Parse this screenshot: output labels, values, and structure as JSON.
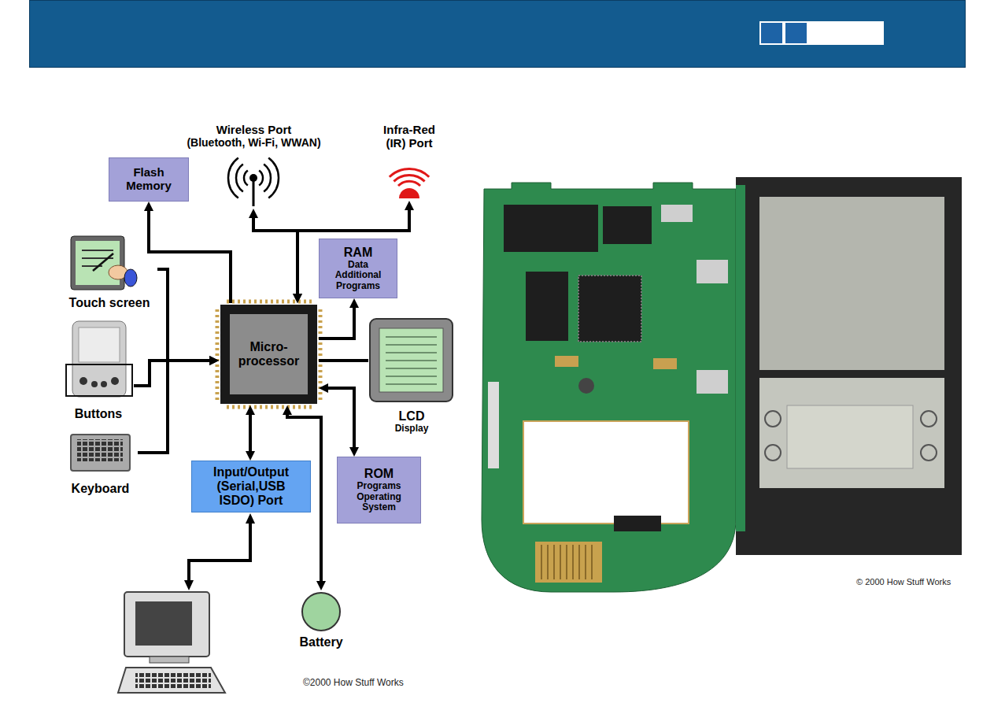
{
  "diagram": {
    "nodes": [
      {
        "text": [
          "Flash Memory"
        ]
      },
      {
        "text": [
          "Wireless Port",
          "(Bluetooth, Wi-Fi, WWAN)"
        ]
      },
      {
        "text": [
          "Infra-Red (IR) Port"
        ]
      },
      {
        "text": [
          "Touch screen"
        ]
      },
      {
        "text": [
          "RAM",
          "Data Additional Programs"
        ]
      },
      {
        "text": [
          "Micro- processor"
        ]
      },
      {
        "text": [
          "Buttons"
        ]
      },
      {
        "text": [
          "LCD",
          "Display"
        ]
      },
      {
        "text": [
          "Keyboard"
        ]
      },
      {
        "text": [
          "Input/Output (Serial,USB ISDO) Port"
        ]
      },
      {
        "text": [
          "ROM",
          "Programs Operating System"
        ]
      },
      {
        "text": [
          "Battery"
        ]
      }
    ],
    "edges": [
      {
        "from": 5,
        "to": 0,
        "arrow": "to"
      },
      {
        "from": 1,
        "to": 5,
        "arrow": "both"
      },
      {
        "from": 2,
        "to": 5,
        "arrow": "both"
      },
      {
        "from": 3,
        "to": 5,
        "arrow": "to"
      },
      {
        "from": 6,
        "to": 5,
        "arrow": "to"
      },
      {
        "from": 5,
        "to": 4,
        "arrow": "to"
      },
      {
        "from": 5,
        "to": 7,
        "arrow": "none"
      },
      {
        "from": 8,
        "to": 5,
        "arrow": "to"
      },
      {
        "from": 9,
        "to": 5,
        "arrow": "both"
      },
      {
        "from": 10,
        "to": 5,
        "arrow": "both"
      },
      {
        "from": 11,
        "to": 5,
        "arrow": "both"
      }
    ],
    "labels": [
      "©2000 How Stuff Works",
      "© 2000 How Stuff Works"
    ]
  }
}
